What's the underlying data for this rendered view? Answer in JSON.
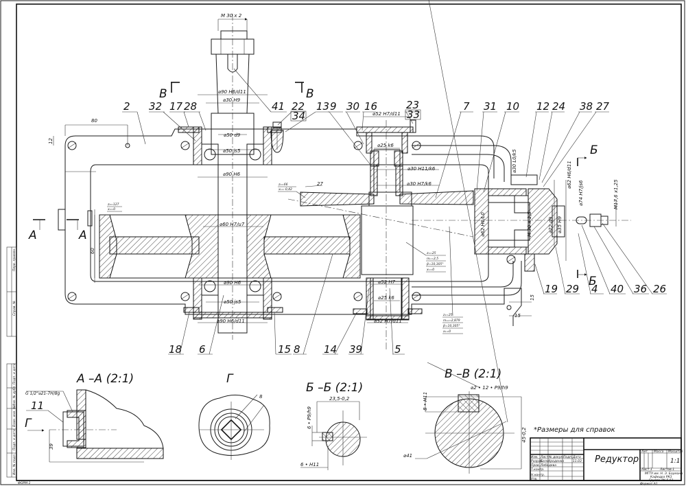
{
  "drawing": {
    "title": "Редуктор",
    "scale": "1:1",
    "note": "*Размеры для справок",
    "format": "Формат А1",
    "sheet": "Лист 1",
    "sheets": "Листов 1",
    "org_lines": [
      "МГТУ им. Н. Э. Баумана",
      "Кафедра РК3",
      "Группа РК 5-51"
    ],
    "stamp_headers": [
      "Лит.",
      "Масса",
      "Масштаб"
    ],
    "stamp_rows": [
      [
        "Изм.",
        "Лист",
        "№ докум.",
        "Подп.",
        "Дата"
      ],
      [
        "Разраб.",
        "Белоброденко",
        "",
        "",
        "11.03"
      ],
      [
        "Пров.",
        "Лебедева",
        "",
        "",
        ""
      ],
      [
        "Т.контр.",
        "",
        "",
        "",
        ""
      ],
      [
        "",
        "",
        "",
        "",
        ""
      ],
      [
        "Н.контр.",
        "",
        "",
        "",
        ""
      ],
      [
        "Утв.",
        "",
        "",
        "",
        ""
      ]
    ],
    "side_stamp": [
      "Перв. примен.",
      "Справ. №",
      "Подп. и дата",
      "Инв. № дубл.",
      "Взам. инв. №",
      "Подп. и дата",
      "Инв. № подл."
    ],
    "corner_code": "ФОРМ-1"
  },
  "views": {
    "section_aa": "А –А  (2:1)",
    "view_g": "Г",
    "section_bb": "Б –Б  (2:1)",
    "section_vv": "В –В  (2:1)",
    "cut_letters": {
      "A": "А",
      "B": "Б",
      "V": "В",
      "G": "Г"
    }
  },
  "callouts": {
    "top": [
      "2",
      "32",
      "17",
      "28",
      "41",
      "22",
      "34",
      "13",
      "9",
      "30",
      "16",
      "23",
      "33",
      "7",
      "31",
      "10",
      "12",
      "24",
      "38",
      "27"
    ],
    "bottom": [
      "18",
      "6",
      "15",
      "8",
      "14",
      "39",
      "5",
      "19",
      "29",
      "4",
      "40",
      "36",
      "26"
    ],
    "section_aa": [
      "11"
    ]
  },
  "dimensions": {
    "thread_top": "M 30 x 2",
    "d90_h6_d11_top": "⌀90  H6/d11",
    "d30_h9": "⌀30  H9",
    "d50_d9": "⌀50  d9",
    "d50_js5_top": "⌀50  js5",
    "d90_h6_top": "⌀90  H6",
    "d60_h7_u7": "⌀60  H7/u7",
    "d90_h6_bot": "⌀90  H6",
    "d50_js5_bot": "⌀50  js5",
    "d90_h6_d11_bot": "⌀90  H6/d11",
    "d52_h7_d11_top": "⌀52  H7/d11",
    "d25_k6_top": "⌀25  k6",
    "d30_h11_k6": "⌀30  H11/k6",
    "d30_h7_k6": "⌀30  H7/k6",
    "d52_h7": "⌀52  H7",
    "d25_k6_bot": "⌀25  k6",
    "d52_h7_d11_bot": "⌀52  H7/d11",
    "d30_l0_k5": "⌀30 L0/k5",
    "d62_h6_d11": "⌀62  H6/d11",
    "d74_h7_js6": "⌀74  H7/js6",
    "m17": "M17,6 x1,25",
    "d62_h6_l0": "⌀62  H6/L0",
    "m30x15": "M 30 x 1,5",
    "d22_d9": "⌀22  d9",
    "d35_h9": "⌀35  H9",
    "len80": "80",
    "len12": "12",
    "len60": "60",
    "len27": "27",
    "len15a": "15",
    "len15b": "15",
    "aa_thread": "G 1/2\"⌀21-7H/8g",
    "aa_39": "39",
    "g_8": "8",
    "bb_23": "23,5-0,2",
    "bb_6p": "6 • P9/h9",
    "bb_6h": "6 • H11",
    "vv_8": "8 • H11",
    "vv_key": "⌀2 • 12 • P9/h9",
    "vv_45": "45-0,2",
    "vv_41": "⌀41"
  },
  "gear_params": {
    "wheel_large": [
      "z₂=127",
      "x₂=0"
    ],
    "bevel": [
      "z₁=66",
      "x₁=-0,42"
    ],
    "pinion": [
      "z₁=25",
      "mₙ=2,5",
      "β=10,305°",
      "x₁=0"
    ],
    "worm": [
      "z₁=25",
      "mₙₐ=2,879",
      "β=10,305°",
      "x₁=0"
    ]
  }
}
